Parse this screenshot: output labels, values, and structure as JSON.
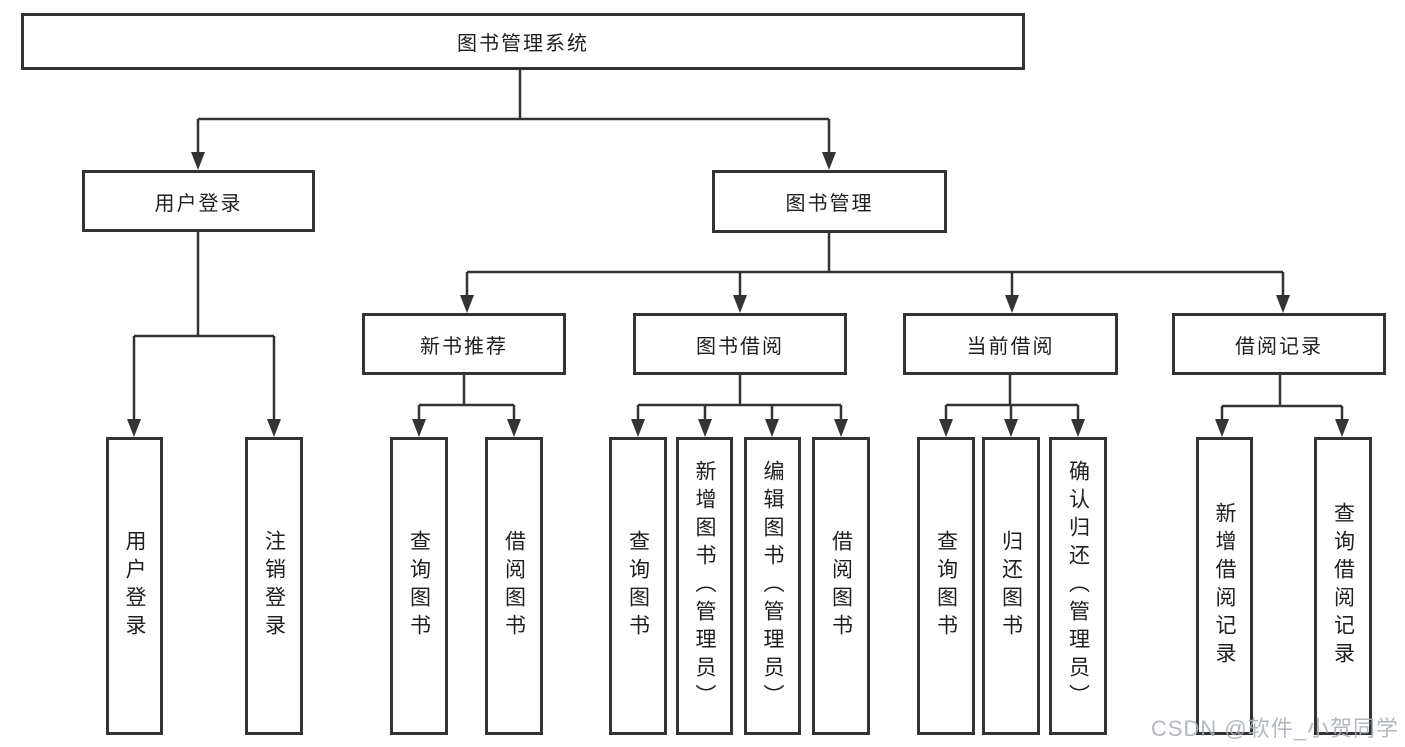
{
  "diagram": {
    "title_node": {
      "label": "图书管理系统"
    },
    "nodes": {
      "user_login": {
        "label": "用户登录"
      },
      "book_mgmt": {
        "label": "图书管理"
      },
      "new_book_rec": {
        "label": "新书推荐"
      },
      "book_borrow": {
        "label": "图书借阅"
      },
      "current_borrow": {
        "label": "当前借阅"
      },
      "borrow_record": {
        "label": "借阅记录"
      }
    },
    "leaves": {
      "user_login_leaf": {
        "label": "用户登录"
      },
      "logout": {
        "label": "注销登录"
      },
      "query_book_1": {
        "label": "查询图书"
      },
      "borrow_book_1": {
        "label": "借阅图书"
      },
      "query_book_2": {
        "label": "查询图书"
      },
      "add_book_admin": {
        "label": "新增图书（管理员）"
      },
      "edit_book_admin": {
        "label": "编辑图书（管理员）"
      },
      "borrow_book_2": {
        "label": "借阅图书"
      },
      "query_book_3": {
        "label": "查询图书"
      },
      "return_book": {
        "label": "归还图书"
      },
      "confirm_return": {
        "label": "确认归还（管理员）"
      },
      "add_borrow_rec": {
        "label": "新增借阅记录"
      },
      "query_borrow_rec": {
        "label": "查询借阅记录"
      }
    },
    "colors": {
      "line": "#333333",
      "text": "#1f1f1f",
      "background": "#ffffff",
      "watermark": "#aab0b7"
    }
  },
  "watermark": {
    "text": "CSDN @软件_小贺同学"
  }
}
